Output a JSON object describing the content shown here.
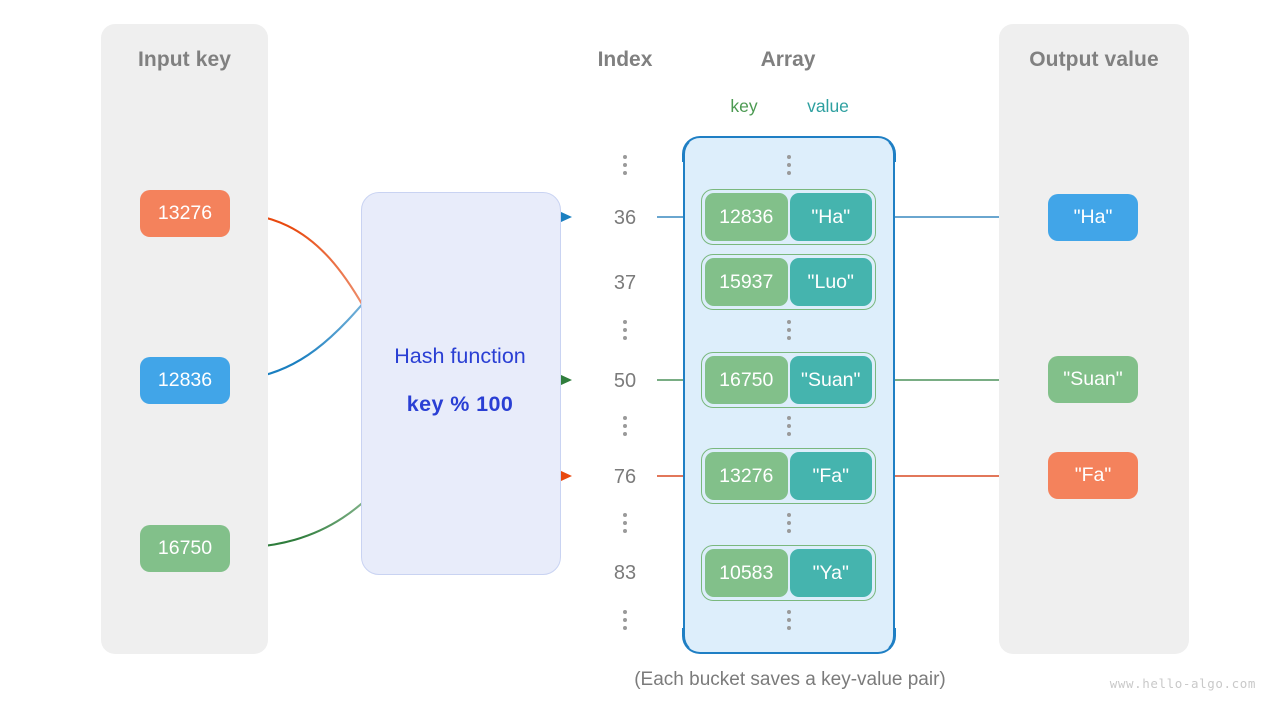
{
  "diagram": {
    "caption": "(Each bucket saves a key-value pair)",
    "watermark": "www.hello-algo.com"
  },
  "input_panel": {
    "title": "Input key",
    "keys": [
      {
        "label": "13276",
        "color": "#f4825c"
      },
      {
        "label": "12836",
        "color": "#41a5e8"
      },
      {
        "label": "16750",
        "color": "#82c08a"
      }
    ]
  },
  "hash_function": {
    "label": "Hash function",
    "formula": "key % 100",
    "text_color": "#2a3fd4",
    "fill": "#e8ecfa"
  },
  "index_column": {
    "header": "Index",
    "entries": [
      {
        "type": "ellipsis"
      },
      {
        "type": "index",
        "label": "36"
      },
      {
        "type": "index",
        "label": "37"
      },
      {
        "type": "ellipsis"
      },
      {
        "type": "index",
        "label": "50"
      },
      {
        "type": "ellipsis"
      },
      {
        "type": "index",
        "label": "76"
      },
      {
        "type": "ellipsis"
      },
      {
        "type": "index",
        "label": "83"
      },
      {
        "type": "ellipsis"
      }
    ]
  },
  "array": {
    "header": "Array",
    "key_header": "key",
    "value_header": "value",
    "key_color": "#82c08a",
    "value_color": "#45b4ae",
    "container_border": "#1f7fc4",
    "container_fill": "#ddeefb",
    "buckets": [
      {
        "index": "36",
        "key": "12836",
        "value": "\"Ha\""
      },
      {
        "index": "37",
        "key": "15937",
        "value": "\"Luo\""
      },
      {
        "index": "50",
        "key": "16750",
        "value": "\"Suan\""
      },
      {
        "index": "76",
        "key": "13276",
        "value": "\"Fa\""
      },
      {
        "index": "83",
        "key": "10583",
        "value": "\"Ya\""
      }
    ]
  },
  "output_panel": {
    "title": "Output value",
    "values": [
      {
        "label": "\"Ha\"",
        "color": "#41a5e8"
      },
      {
        "label": "\"Suan\"",
        "color": "#82c08a"
      },
      {
        "label": "\"Fa\"",
        "color": "#f4825c"
      }
    ]
  },
  "mappings": [
    {
      "key": "13276",
      "index": "76",
      "value": "\"Fa\"",
      "color": "#e8490f"
    },
    {
      "key": "12836",
      "index": "36",
      "value": "\"Ha\"",
      "color": "#1a7fc0"
    },
    {
      "key": "16750",
      "index": "50",
      "value": "\"Suan\"",
      "color": "#2f7d3c"
    }
  ]
}
